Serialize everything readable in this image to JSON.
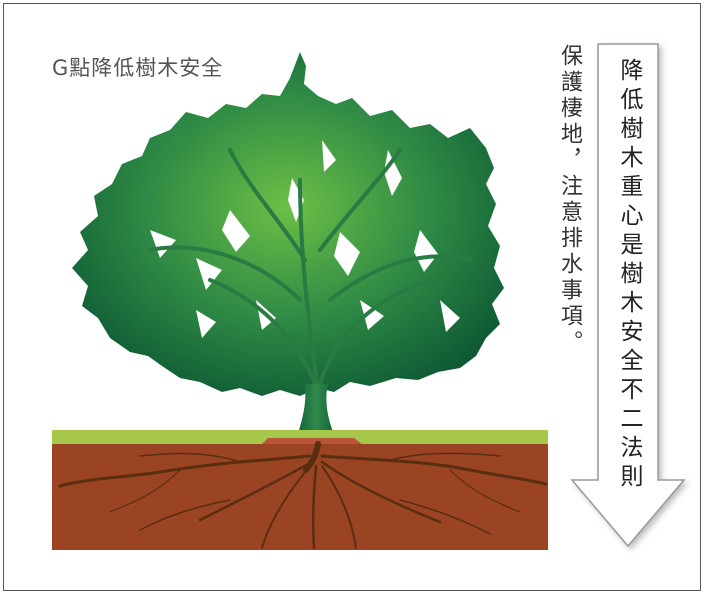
{
  "title": "G點降低樹木安全",
  "side_note": "保護棲地，注意排水事項。",
  "arrow_text": "降低樹木重心是樹木安全不二法則",
  "colors": {
    "grass": "#a6c74a",
    "soil": "#9a4424",
    "root": "#5a2e10",
    "canopy_light": "#6cbf45",
    "canopy_dark": "#0f5a34",
    "arrow_fill": "#ffffff",
    "arrow_stroke": "#999999"
  }
}
